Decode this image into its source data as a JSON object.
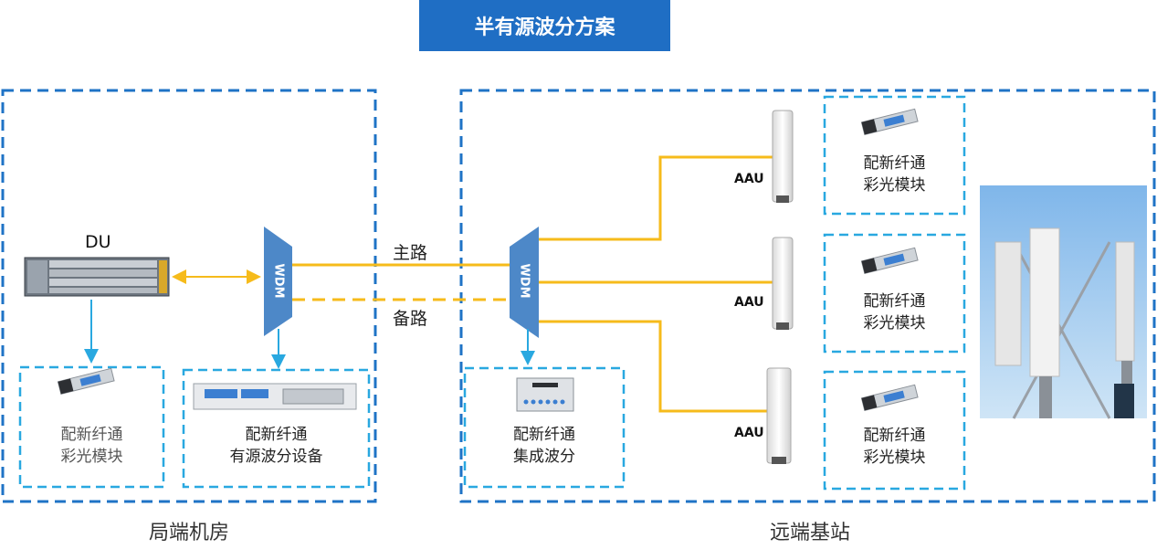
{
  "title": "半有源波分方案",
  "regions": {
    "local": "局端机房",
    "remote": "远端基站"
  },
  "du": {
    "label": "DU"
  },
  "wdm": {
    "label": "WDM"
  },
  "paths": {
    "main": "主路",
    "backup": "备路"
  },
  "aau": {
    "label": "AAU"
  },
  "modules": {
    "local_optical": [
      "配新纤通",
      "彩光模块"
    ],
    "active_wdm": [
      "配新纤通",
      "有源波分设备"
    ],
    "integrated_wdm": [
      "配新纤通",
      "集成波分"
    ],
    "remote_optical": [
      "配新纤通",
      "彩光模块"
    ]
  },
  "colors": {
    "title_bg": "#1f6ec4",
    "dash_dark": "#1f73c6",
    "dash_light": "#29a8e0",
    "fiber": "#f6bb1b",
    "wdm": "#4d88c8"
  }
}
